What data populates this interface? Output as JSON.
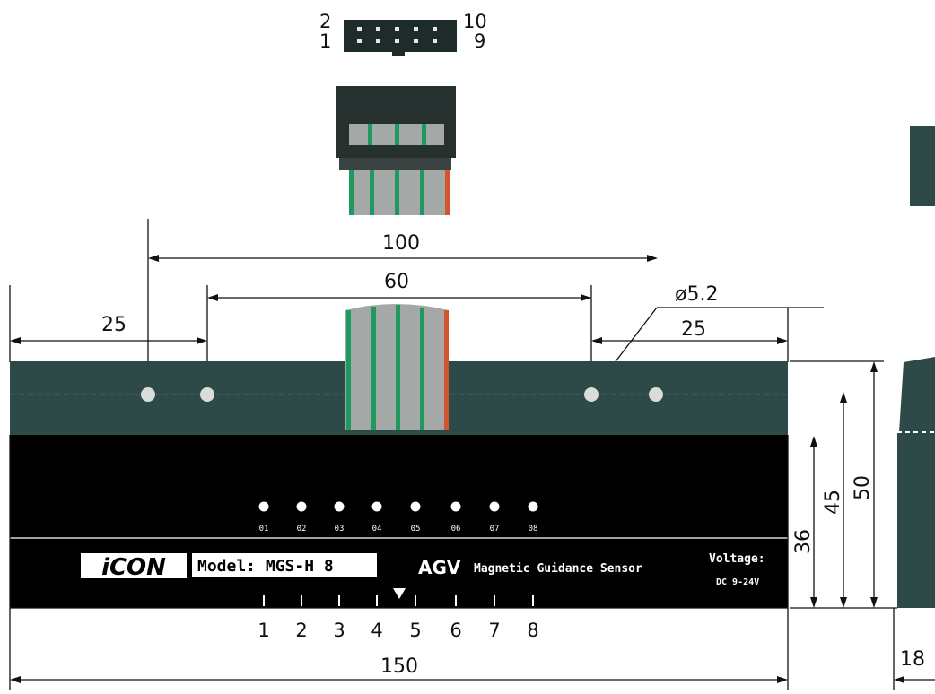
{
  "connector": {
    "pin_top_left": "2",
    "pin_bottom_left": "1",
    "pin_top_right": "10",
    "pin_bottom_right": "9"
  },
  "dimensions": {
    "d100": "100",
    "d60": "60",
    "d25_left": "25",
    "d25_right": "25",
    "hole": "ø5.2",
    "d150": "150",
    "d36": "36",
    "d45": "45",
    "d50": "50",
    "d18": "18"
  },
  "sensor": {
    "logo": "iCON",
    "model": "Model: MGS-H 8",
    "agv": "AGV",
    "description": "Magnetic Guidance Sensor",
    "voltage_label": "Voltage:",
    "voltage_value": "DC 9-24V",
    "led_labels": [
      "01",
      "02",
      "03",
      "04",
      "05",
      "06",
      "07",
      "08"
    ],
    "pin_numbers": [
      "1",
      "2",
      "3",
      "4",
      "5",
      "6",
      "7",
      "8"
    ]
  },
  "colors": {
    "housing": "#2e4a48",
    "face": "#000000",
    "cable_gray": "#a4a9a8",
    "cable_green": "#1e9a5e",
    "cable_red": "#d2552e"
  }
}
